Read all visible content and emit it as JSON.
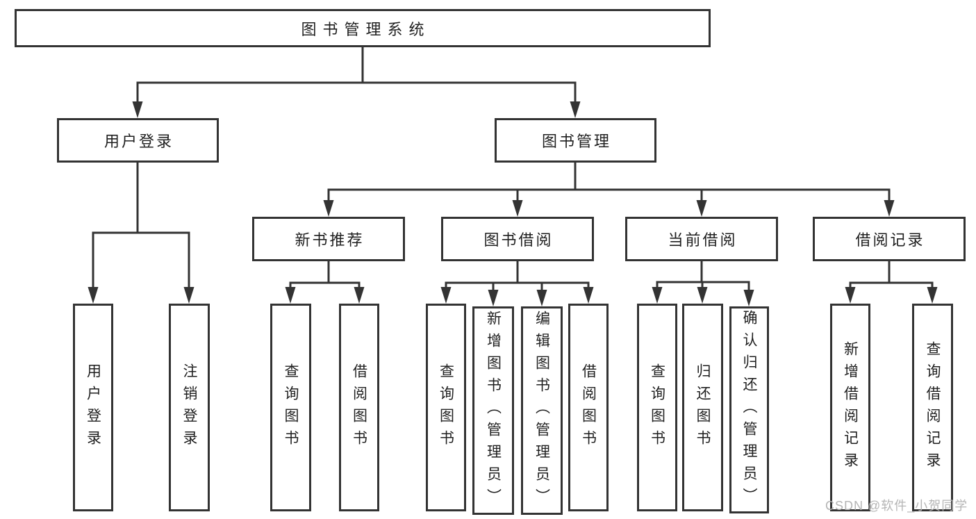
{
  "tree": {
    "root": {
      "label": "图书管理系统"
    },
    "branches": [
      {
        "label": "用户登录",
        "children": [
          {
            "label": "用户登录"
          },
          {
            "label": "注销登录"
          }
        ]
      },
      {
        "label": "图书管理",
        "children": [
          {
            "label": "新书推荐",
            "children": [
              {
                "label": "查询图书"
              },
              {
                "label": "借阅图书"
              }
            ]
          },
          {
            "label": "图书借阅",
            "children": [
              {
                "label": "查询图书"
              },
              {
                "label": "新增图书（管理员）"
              },
              {
                "label": "编辑图书（管理员）"
              },
              {
                "label": "借阅图书"
              }
            ]
          },
          {
            "label": "当前借阅",
            "children": [
              {
                "label": "查询图书"
              },
              {
                "label": "归还图书"
              },
              {
                "label": "确认归还（管理员）"
              }
            ]
          },
          {
            "label": "借阅记录",
            "children": [
              {
                "label": "新增借阅记录"
              },
              {
                "label": "查询借阅记录"
              }
            ]
          }
        ]
      }
    ]
  },
  "watermark": {
    "text": "CSDN @软件_小贺同学"
  },
  "colors": {
    "line": "#333333",
    "box_border": "#333333",
    "text": "#1f1f1f",
    "watermark": "#b5b5b5",
    "background": "#ffffff"
  }
}
